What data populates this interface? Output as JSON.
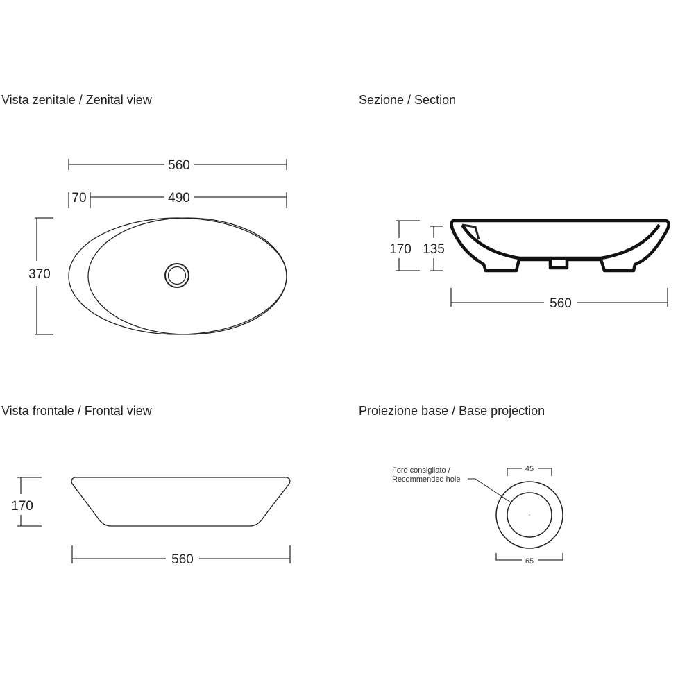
{
  "zenital": {
    "title": "Vista zenitale / Zenital view",
    "dim_width": "560",
    "dim_rim": "70",
    "dim_inner": "490",
    "dim_depth": "370"
  },
  "section": {
    "title": "Sezione / Section",
    "dim_height": "170",
    "dim_inner_height": "135",
    "dim_width": "560"
  },
  "frontal": {
    "title": "Vista frontale / Frontal view",
    "dim_height": "170",
    "dim_width": "560"
  },
  "base": {
    "title": "Proiezione base / Base projection",
    "label_line1": "Foro consigliato /",
    "label_line2": "Recommended hole",
    "dim_inner": "45",
    "dim_outer": "65"
  }
}
